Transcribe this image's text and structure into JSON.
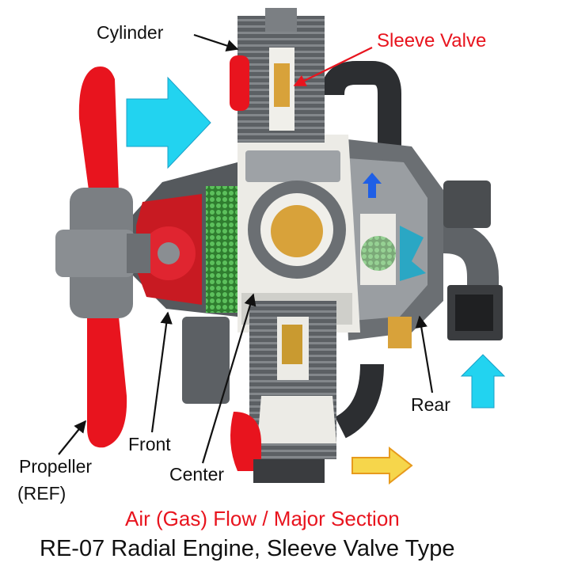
{
  "labels": {
    "cylinder": "Cylinder",
    "sleeve_valve": "Sleeve Valve",
    "rear": "Rear",
    "front": "Front",
    "propeller": "Propeller",
    "ref": "(REF)",
    "center": "Center"
  },
  "legend": {
    "flow": "Air (Gas) Flow / Major Section"
  },
  "title": "RE-07 Radial Engine, Sleeve Valve Type",
  "colors": {
    "propeller_red": "#e8141e",
    "housing_gray": "#6b6f73",
    "housing_white": "#ecebe6",
    "gear_green": "#3d9a3d",
    "flow_arrow_cyan": "#22d3f0",
    "flow_arrow_yellow": "#f6d64b",
    "turbine_teal": "#2aa7c4",
    "label_red": "#e8141e"
  },
  "icons": [
    "intake-arrow-icon",
    "rear-intake-arrow-icon",
    "exhaust-arrow-icon",
    "internal-flow-arrow-icon"
  ]
}
